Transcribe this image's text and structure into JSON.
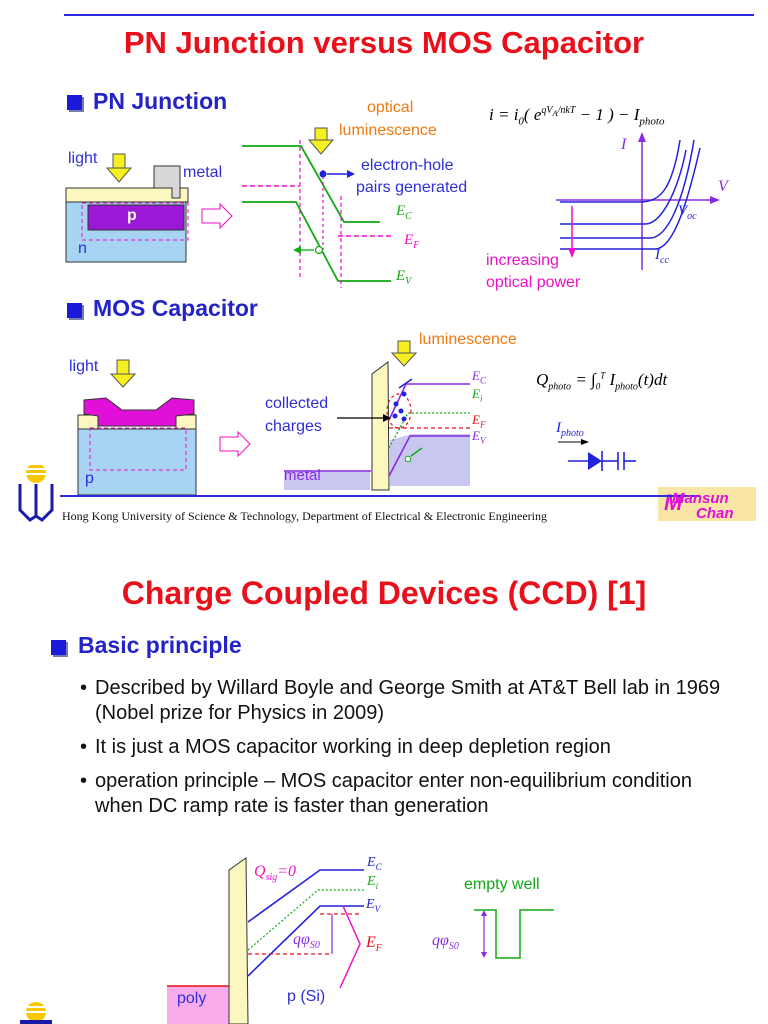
{
  "slide1": {
    "title": "PN Junction versus MOS Capacitor",
    "pn": {
      "heading": "PN Junction",
      "light": "light",
      "metal": "metal",
      "p": "p",
      "n": "n",
      "optical_luminescence_1": "optical",
      "optical_luminescence_2": "luminescence",
      "electron_hole_1": "electron-hole",
      "electron_hole_2": "pairs generated",
      "ec": "E",
      "ec_sub": "C",
      "ef": "E",
      "ef_sub": "F",
      "ev": "E",
      "ev_sub": "V",
      "increasing_1": "increasing",
      "increasing_2": "optical power",
      "axis_i": "I",
      "axis_v": "V",
      "voc": "V",
      "voc_sub": "oc",
      "icc": "I",
      "icc_sub": "cc"
    },
    "mos": {
      "heading": "MOS Capacitor",
      "light": "light",
      "p": "p",
      "luminescence": "luminescence",
      "collected_1": "collected",
      "collected_2": "charges",
      "metal": "metal",
      "ec_sub": "C",
      "ei_sub": "i",
      "ef_sub": "F",
      "ev_sub": "V",
      "iphoto": "I",
      "iphoto_sub": "photo"
    },
    "footer": "Hong Kong University of Science & Technology, Department of Electrical & Electronic Engineering",
    "logo_text_1": "Mansun",
    "logo_text_2": "Chan"
  },
  "slide2": {
    "title": "Charge Coupled Devices (CCD) [1]",
    "heading": "Basic principle",
    "bullets": [
      "Described by Willard Boyle and George Smith at AT&T Bell lab in 1969 (Nobel prize for Physics in 2009)",
      "It is just a MOS capacitor working in deep depletion region",
      "operation principle – MOS capacitor enter non-equilibrium condition when DC ramp rate is faster than generation"
    ],
    "diagram": {
      "qsig": "Q",
      "qsig_sub": "sig",
      "qsig_val": "=0",
      "ec_sub": "C",
      "ei_sub": "i",
      "ev_sub": "V",
      "ef_sub": "F",
      "qphi": "qφ",
      "qphi_sub": "S0",
      "poly": "poly",
      "psi": "p (Si)",
      "empty_well": "empty well"
    }
  },
  "colors": {
    "title_red": "#e8101a",
    "heading_blue": "#2323c8",
    "band_green": "#11aa11",
    "band_purple": "#8a2be2",
    "magenta": "#ee10c8",
    "orange": "#f07a10"
  }
}
